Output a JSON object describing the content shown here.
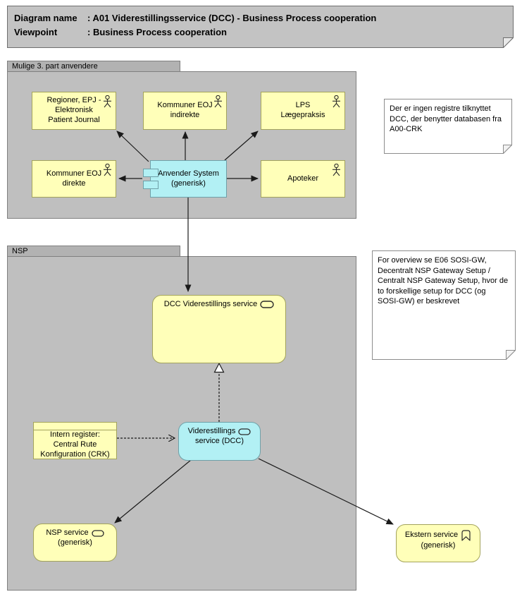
{
  "title_block": {
    "row1": {
      "label": "Diagram name",
      "value": ": A01 Viderestillingsservice (DCC) - Business Process cooperation"
    },
    "row2": {
      "label": "Viewpoint",
      "value": ": Business Process cooperation"
    }
  },
  "groups": {
    "third_party": {
      "label": "Mulige 3. part anvendere"
    },
    "nsp": {
      "label": "NSP"
    }
  },
  "nodes": {
    "regioner": {
      "label": "Regioner, EPJ -\nElektronisk\nPatient Journal"
    },
    "kommuner_indirekte": {
      "label": "Kommuner EOJ\nindirekte"
    },
    "lps": {
      "label": "LPS\nLægepraksis"
    },
    "kommuner_direkte": {
      "label": "Kommuner EOJ\ndirekte"
    },
    "apoteker": {
      "label": "Apoteker"
    },
    "anvender_system": {
      "label": "Anvender System\n(generisk)"
    },
    "dcc_service": {
      "label": "DCC Viderestillings service"
    },
    "intern_register": {
      "label": "Intern register:\nCentral Rute\nKonfiguration (CRK)"
    },
    "viderestillings_dcc": {
      "line1": "Viderestillings",
      "line2": "service (DCC)"
    },
    "nsp_service": {
      "line1": "NSP service",
      "line2": "(generisk)"
    },
    "ekstern_service": {
      "line1": "Ekstern service",
      "line2": "(generisk)"
    }
  },
  "notes": {
    "crk_note": {
      "text": "Der er ingen registre tilknyttet\nDCC, der benytter databasen fra\nA00-CRK"
    },
    "overview_note": {
      "text": "For overview se E06 SOSI-GW,\nDecentralt NSP Gateway Setup /\nCentralt NSP Gateway Setup, hvor de\nto forskellige setup for DCC (og\nSOSI-GW) er beskrevet"
    }
  },
  "icons": {
    "actor": "business-actor-icon",
    "service": "service-stadium-icon",
    "component": "component-tabs-icon",
    "external": "bookmark-chevron-icon"
  },
  "colors": {
    "node_yellow": "#FFFFB9",
    "node_cyan": "#B2F0F4",
    "group_gray": "#BFBFBF",
    "group_tab_gray": "#B2B2B2",
    "title_gray": "#C3C3C3",
    "note_white": "#FFFFFF",
    "border_gray": "#7F7F7F",
    "yellow_border": "#A3A35C",
    "cyan_border": "#6FA0A8",
    "line_black": "#1A1A1A"
  }
}
